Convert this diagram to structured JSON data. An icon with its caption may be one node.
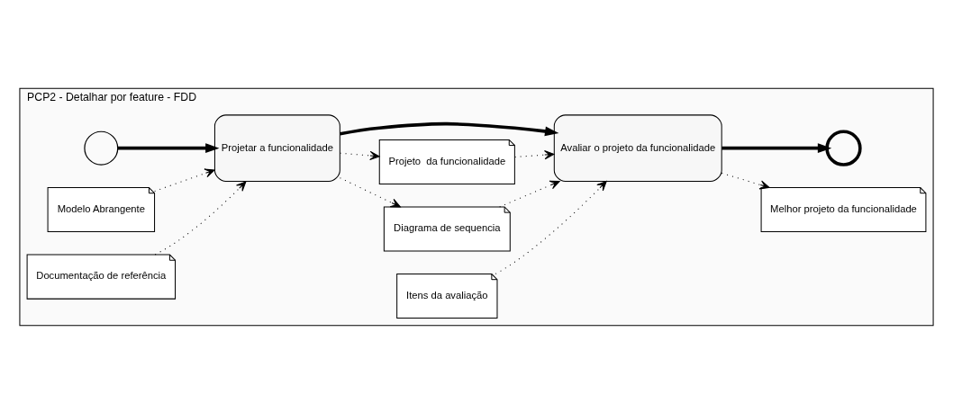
{
  "diagram": {
    "nodes": [
      {
        "text": [
          "PCP2 - Detalhar por feature - FDD"
        ]
      },
      {
        "text": [],
        "shape": "circle",
        "in": 0
      },
      {
        "text": [
          "Modelo Abrangente"
        ],
        "in": 0
      },
      {
        "text": [
          "Documentação de referência"
        ],
        "in": 0
      },
      {
        "text": [
          "Projetar a funcionalidade"
        ],
        "in": 0
      },
      {
        "text": [
          "Diagrama de sequencia"
        ],
        "in": 0
      },
      {
        "text": [
          "Projeto  da funcionalidade"
        ],
        "in": 0
      },
      {
        "text": [
          "Avaliar o projeto da funcionalidade"
        ],
        "in": 0
      },
      {
        "text": [
          "Itens da avaliação"
        ],
        "in": 0
      },
      {
        "text": [
          "Melhor projeto da funcionalidade"
        ],
        "in": 0
      },
      {
        "text": [],
        "shape": "circle",
        "in": 0
      }
    ],
    "edges": [
      {
        "from": 1,
        "to": 4,
        "arrow": "to",
        "style": "thick"
      },
      {
        "from": 2,
        "to": 4,
        "arrow": "to",
        "style": "dashed"
      },
      {
        "from": 3,
        "to": 4,
        "arrow": "to",
        "style": "dashed"
      },
      {
        "from": 4,
        "to": 5,
        "arrow": "to",
        "style": "dashed"
      },
      {
        "from": 4,
        "to": 7,
        "arrow": "to",
        "style": "thick"
      },
      {
        "from": 4,
        "to": 6,
        "arrow": "to",
        "style": "dashed"
      },
      {
        "from": 5,
        "to": 7,
        "arrow": "to",
        "style": "dashed"
      },
      {
        "from": 6,
        "to": 7,
        "arrow": "to",
        "style": "dashed"
      },
      {
        "from": 7,
        "to": 9,
        "arrow": "to",
        "style": "dashed"
      },
      {
        "from": 8,
        "to": 7,
        "arrow": "to",
        "style": "dashed"
      },
      {
        "from": 7,
        "to": 10,
        "arrow": "to",
        "style": "thick"
      }
    ]
  }
}
